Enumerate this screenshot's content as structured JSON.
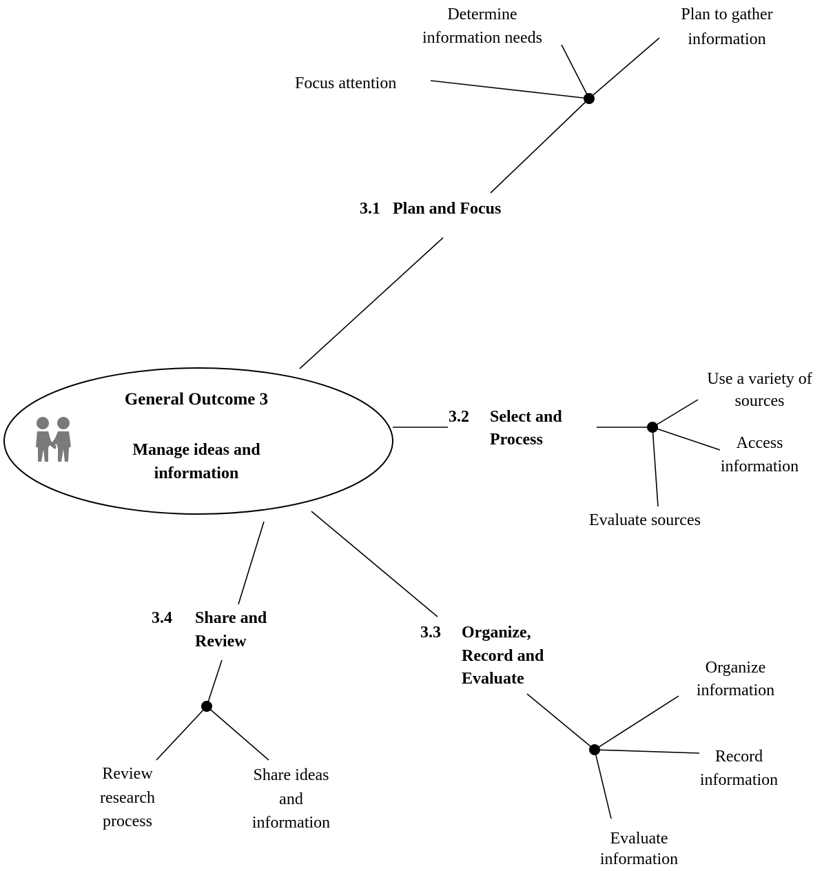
{
  "central": {
    "title": "General Outcome 3",
    "subtitle_line1": "Manage ideas and",
    "subtitle_line2": "information",
    "icon": "two-people-icon"
  },
  "branches": {
    "b31": {
      "number": "3.1",
      "title": "Plan and Focus",
      "leaves": {
        "focus": "Focus attention",
        "determine_1": "Determine",
        "determine_2": "information needs",
        "plan_1": "Plan to gather",
        "plan_2": "information"
      }
    },
    "b32": {
      "number": "3.2",
      "title_1": "Select and",
      "title_2": "Process",
      "leaves": {
        "variety_1": "Use a variety of",
        "variety_2": "sources",
        "access_1": "Access",
        "access_2": "information",
        "evaluate": "Evaluate sources"
      }
    },
    "b33": {
      "number": "3.3",
      "title_1": "Organize,",
      "title_2": "Record and",
      "title_3": "Evaluate",
      "leaves": {
        "organize_1": "Organize",
        "organize_2": "information",
        "record_1": "Record",
        "record_2": "information",
        "evaluate_1": "Evaluate",
        "evaluate_2": "information"
      }
    },
    "b34": {
      "number": "3.4",
      "title_1": "Share and",
      "title_2": "Review",
      "leaves": {
        "review_1": "Review",
        "review_2": "research",
        "review_3": "process",
        "share_1": "Share ideas",
        "share_2": "and",
        "share_3": "information"
      }
    }
  }
}
